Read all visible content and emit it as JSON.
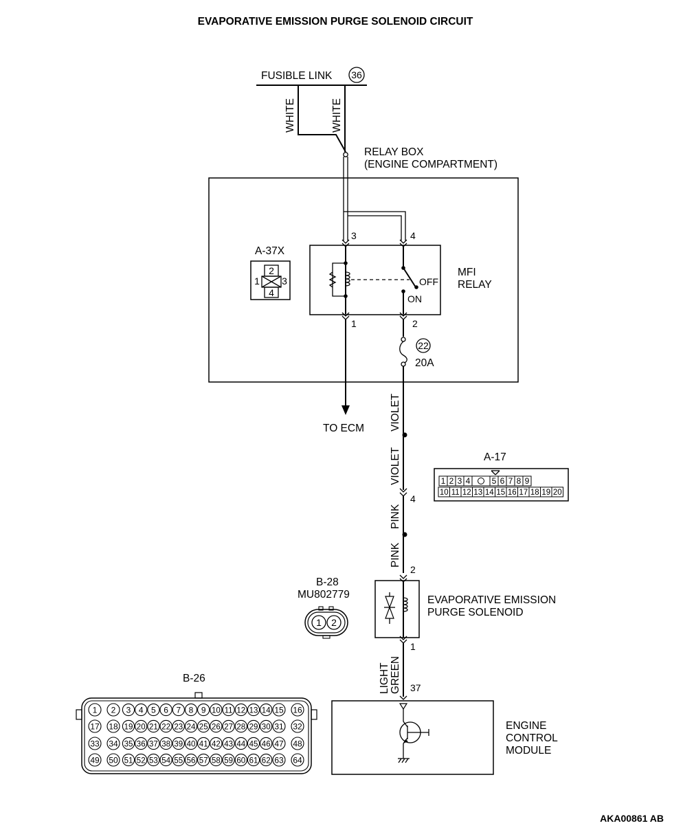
{
  "title": "EVAPORATIVE EMISSION PURGE SOLENOID CIRCUIT",
  "fusible_link": {
    "label": "FUSIBLE LINK",
    "number": "36"
  },
  "wires": {
    "white_left": "WHITE",
    "white_right": "WHITE",
    "violet_upper": "VIOLET",
    "violet_lower": "VIOLET",
    "pink_upper": "PINK",
    "pink_lower": "PINK",
    "light": "LIGHT",
    "green": "GREEN"
  },
  "relay_box": {
    "line1": "RELAY BOX",
    "line2": "(ENGINE COMPARTMENT)"
  },
  "relay_connector": {
    "id": "A-37X",
    "pins": [
      "1",
      "2",
      "3",
      "4"
    ]
  },
  "mfi_relay": {
    "line1": "MFI",
    "line2": "RELAY",
    "off": "OFF",
    "on": "ON",
    "pin3": "3",
    "pin4": "4",
    "pin1": "1",
    "pin2": "2"
  },
  "fuse": {
    "number": "22",
    "rating": "20A"
  },
  "to_ecm": "TO ECM",
  "a17": {
    "id": "A-17",
    "row1": [
      "1",
      "2",
      "3",
      "4",
      "",
      "5",
      "6",
      "7",
      "8",
      "9"
    ],
    "row2": [
      "10",
      "11",
      "12",
      "13",
      "14",
      "15",
      "16",
      "17",
      "18",
      "19",
      "20"
    ],
    "wire_pin": "4"
  },
  "b28": {
    "id": "B-28",
    "part": "MU802779",
    "pins": [
      "1",
      "2"
    ]
  },
  "solenoid": {
    "line1": "EVAPORATIVE EMISSION",
    "line2": "PURGE SOLENOID",
    "pin_top": "2",
    "pin_bottom": "1"
  },
  "b26": {
    "id": "B-26",
    "pins": [
      "1",
      "2",
      "3",
      "4",
      "5",
      "6",
      "7",
      "8",
      "9",
      "10",
      "11",
      "12",
      "13",
      "14",
      "15",
      "16",
      "17",
      "18",
      "19",
      "20",
      "21",
      "22",
      "23",
      "24",
      "25",
      "26",
      "27",
      "28",
      "29",
      "30",
      "31",
      "32",
      "33",
      "34",
      "35",
      "36",
      "37",
      "38",
      "39",
      "40",
      "41",
      "42",
      "43",
      "44",
      "45",
      "46",
      "47",
      "48",
      "49",
      "50",
      "51",
      "52",
      "53",
      "54",
      "55",
      "56",
      "57",
      "58",
      "59",
      "60",
      "61",
      "62",
      "63",
      "64"
    ]
  },
  "ecm": {
    "line1": "ENGINE",
    "line2": "CONTROL",
    "line3": "MODULE",
    "pin": "37"
  },
  "figure_code": "AKA00861 AB"
}
